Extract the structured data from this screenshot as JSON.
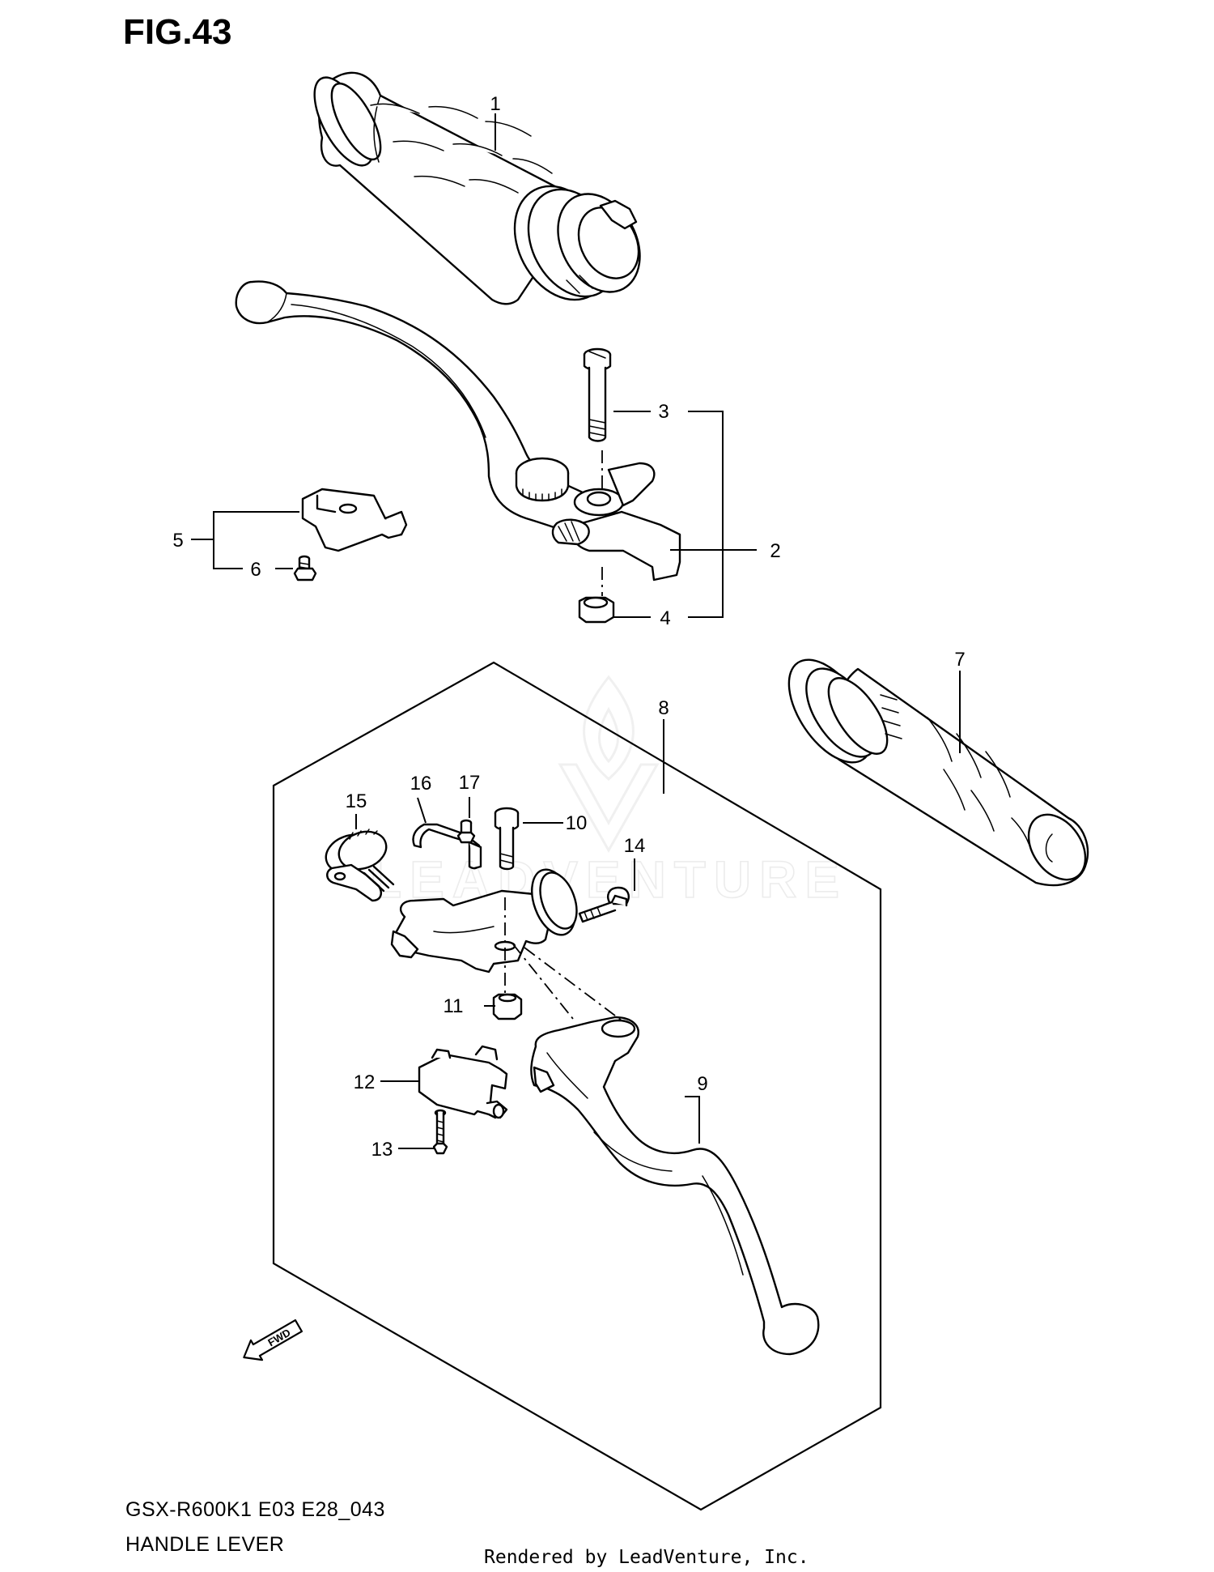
{
  "figure": {
    "title": "FIG.43"
  },
  "callouts": [
    {
      "id": "1",
      "label": "1"
    },
    {
      "id": "2",
      "label": "2"
    },
    {
      "id": "3",
      "label": "3"
    },
    {
      "id": "4",
      "label": "4"
    },
    {
      "id": "5",
      "label": "5"
    },
    {
      "id": "6",
      "label": "6"
    },
    {
      "id": "7",
      "label": "7"
    },
    {
      "id": "8",
      "label": "8"
    },
    {
      "id": "9",
      "label": "9"
    },
    {
      "id": "10",
      "label": "10"
    },
    {
      "id": "11",
      "label": "11"
    },
    {
      "id": "12",
      "label": "12"
    },
    {
      "id": "13",
      "label": "13"
    },
    {
      "id": "14",
      "label": "14"
    },
    {
      "id": "15",
      "label": "15"
    },
    {
      "id": "16",
      "label": "16"
    },
    {
      "id": "17",
      "label": "17"
    }
  ],
  "direction_marker": {
    "text": "FWD"
  },
  "watermark": {
    "text": "LEADVENTURE"
  },
  "footer": {
    "model_code": "GSX-R600K1 E03 E28_043",
    "section_name": "HANDLE LEVER",
    "credit": "Rendered by LeadVenture, Inc."
  }
}
